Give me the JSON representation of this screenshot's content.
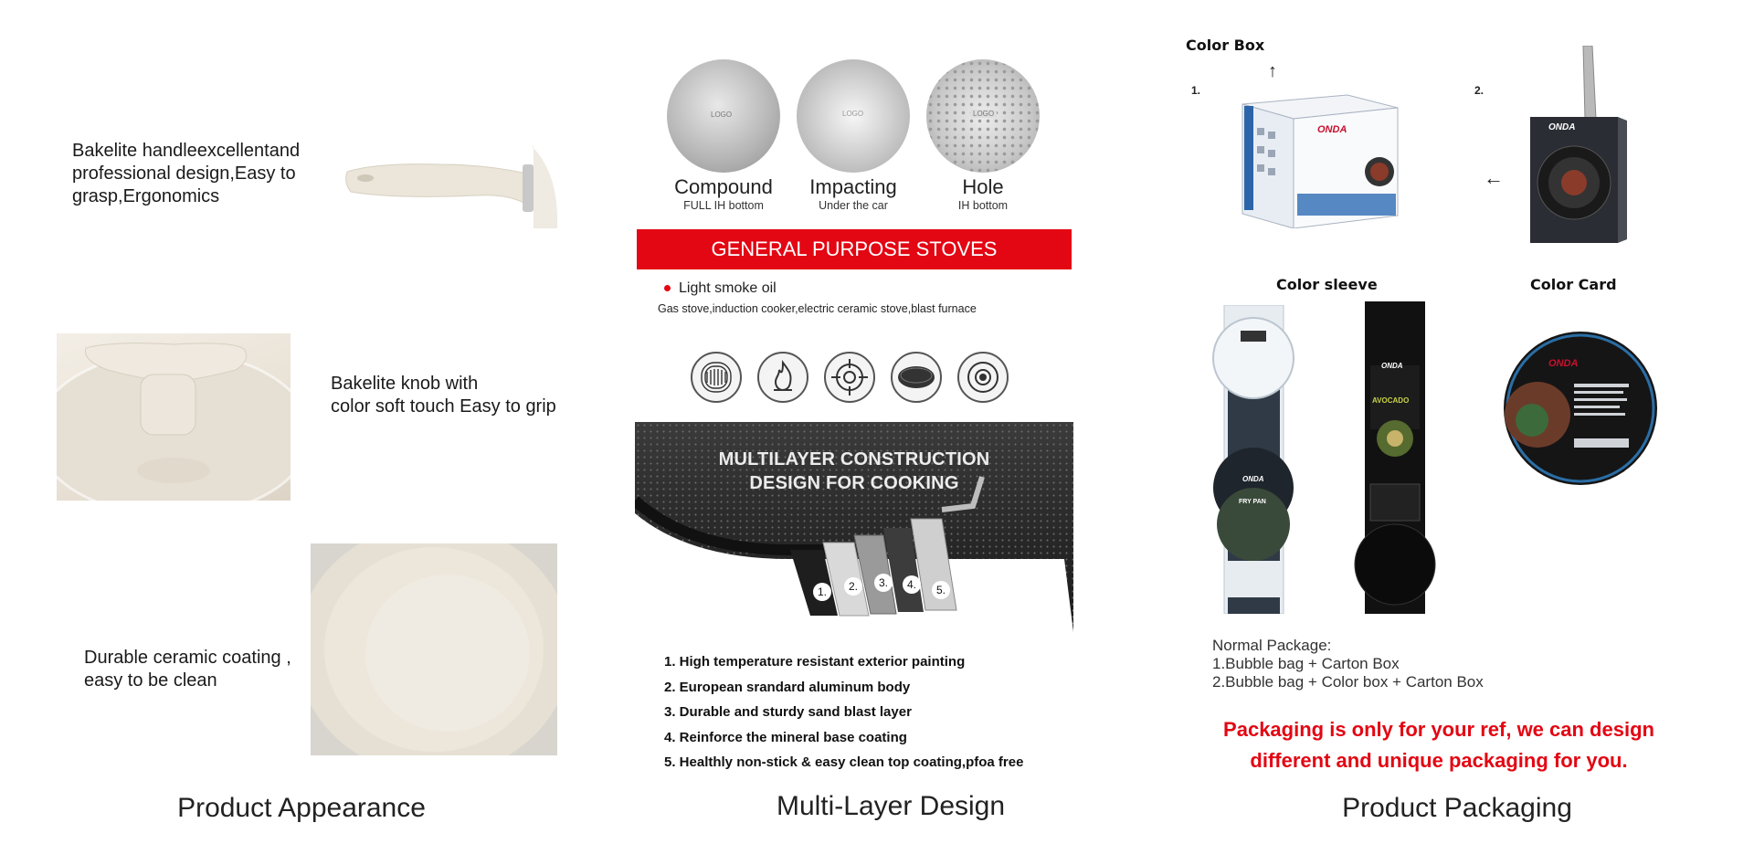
{
  "appearance": {
    "caption": "Product Appearance",
    "features": [
      {
        "lines": [
          "Bakelite handleexcellentand",
          "professional design,Easy to",
          "grasp,Ergonomics"
        ]
      },
      {
        "lines": [
          "Bakelite knob with",
          "color soft touch Easy to grip"
        ]
      },
      {
        "lines": [
          "Durable ceramic coating ,",
          "easy to be clean"
        ]
      }
    ]
  },
  "multilayer": {
    "caption": "Multi-Layer Design",
    "bottoms": [
      {
        "name": "Compound",
        "sub": "FULL IH bottom",
        "logo": "LOGO"
      },
      {
        "name": "Impacting",
        "sub": "Under the car",
        "logo": "LOGO"
      },
      {
        "name": "Hole",
        "sub": "IH bottom",
        "logo": "LOGO"
      }
    ],
    "banner": "GENERAL PURPOSE STOVES",
    "oil_bullet": "Light smoke oil",
    "stove_types": "Gas stove,induction cooker,electric ceramic stove,blast furnace",
    "stove_icons": [
      "induction-coil-icon",
      "flame-icon",
      "gas-burner-icon",
      "ceramic-plate-icon",
      "hot-plate-icon"
    ],
    "construction_title": [
      "MULTILAYER CONSTRUCTION",
      "DESIGN FOR COOKING"
    ],
    "layer_numbers": [
      "1.",
      "2.",
      "3.",
      "4.",
      "5."
    ],
    "layers": [
      "1. High temperature resistant exterior painting",
      "2. European srandard aluminum body",
      "3. Durable and sturdy sand blast layer",
      "4. Reinforce the mineral base coating",
      "5. Healthly non-stick & easy clean top coating,pfoa free"
    ]
  },
  "packaging": {
    "caption": "Product Packaging",
    "color_box": "Color Box",
    "num1": "1.",
    "num2": "2.",
    "color_sleeve": "Color sleeve",
    "color_card": "Color Card",
    "brand": "ONDA",
    "fry_pan": "FRY PAN",
    "avocado": "AVOCADO",
    "normal_title": "Normal Package:",
    "normal_items": [
      "1.Bubble bag + Carton Box",
      "2.Bubble bag + Color box + Carton Box"
    ],
    "note": [
      "Packaging is only for your ref, we can design",
      "different and unique packaging for you."
    ]
  },
  "colors": {
    "accent_red": "#e30613",
    "cream": "#ece5da",
    "dark": "#1b1b1b"
  }
}
